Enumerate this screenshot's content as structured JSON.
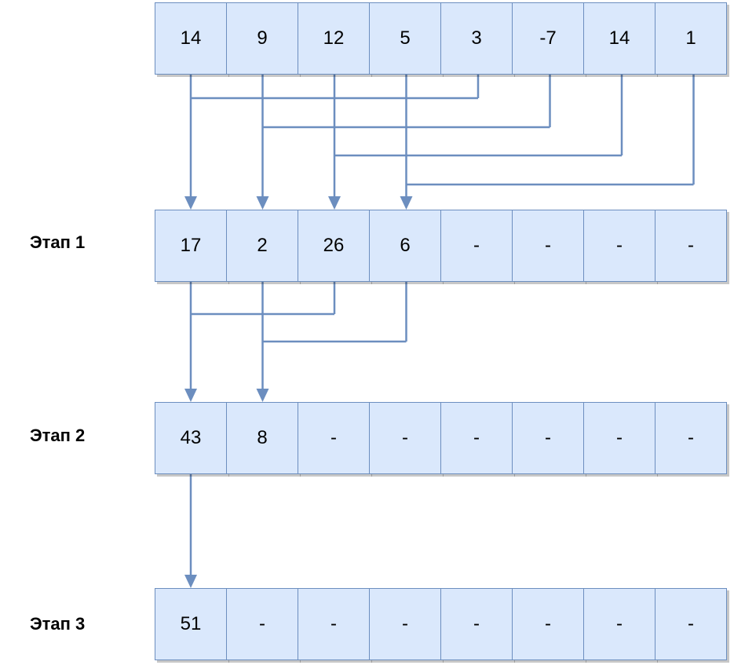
{
  "diagram": {
    "rows": [
      {
        "label": "",
        "cells": [
          "14",
          "9",
          "12",
          "5",
          "3",
          "-7",
          "14",
          "1"
        ]
      },
      {
        "label": "Этап 1",
        "cells": [
          "17",
          "2",
          "26",
          "6",
          "-",
          "-",
          "-",
          "-"
        ]
      },
      {
        "label": "Этап 2",
        "cells": [
          "43",
          "8",
          "-",
          "-",
          "-",
          "-",
          "-",
          "-"
        ]
      },
      {
        "label": "Этап 3",
        "cells": [
          "51",
          "-",
          "-",
          "-",
          "-",
          "-",
          "-",
          "-"
        ]
      }
    ],
    "connections": [
      {
        "from": [
          0,
          0
        ],
        "to": [
          1,
          0
        ]
      },
      {
        "from": [
          0,
          4
        ],
        "to": [
          1,
          0
        ]
      },
      {
        "from": [
          0,
          1
        ],
        "to": [
          1,
          1
        ]
      },
      {
        "from": [
          0,
          5
        ],
        "to": [
          1,
          1
        ]
      },
      {
        "from": [
          0,
          2
        ],
        "to": [
          1,
          2
        ]
      },
      {
        "from": [
          0,
          6
        ],
        "to": [
          1,
          2
        ]
      },
      {
        "from": [
          0,
          3
        ],
        "to": [
          1,
          3
        ]
      },
      {
        "from": [
          0,
          7
        ],
        "to": [
          1,
          3
        ]
      },
      {
        "from": [
          1,
          0
        ],
        "to": [
          2,
          0
        ]
      },
      {
        "from": [
          1,
          2
        ],
        "to": [
          2,
          0
        ]
      },
      {
        "from": [
          1,
          1
        ],
        "to": [
          2,
          1
        ]
      },
      {
        "from": [
          1,
          3
        ],
        "to": [
          2,
          1
        ]
      },
      {
        "from": [
          2,
          0
        ],
        "to": [
          3,
          0
        ]
      }
    ],
    "colors": {
      "cell_fill": "#dae8fc",
      "cell_border": "#6c8ebf",
      "connector": "#6c8ebf"
    }
  }
}
